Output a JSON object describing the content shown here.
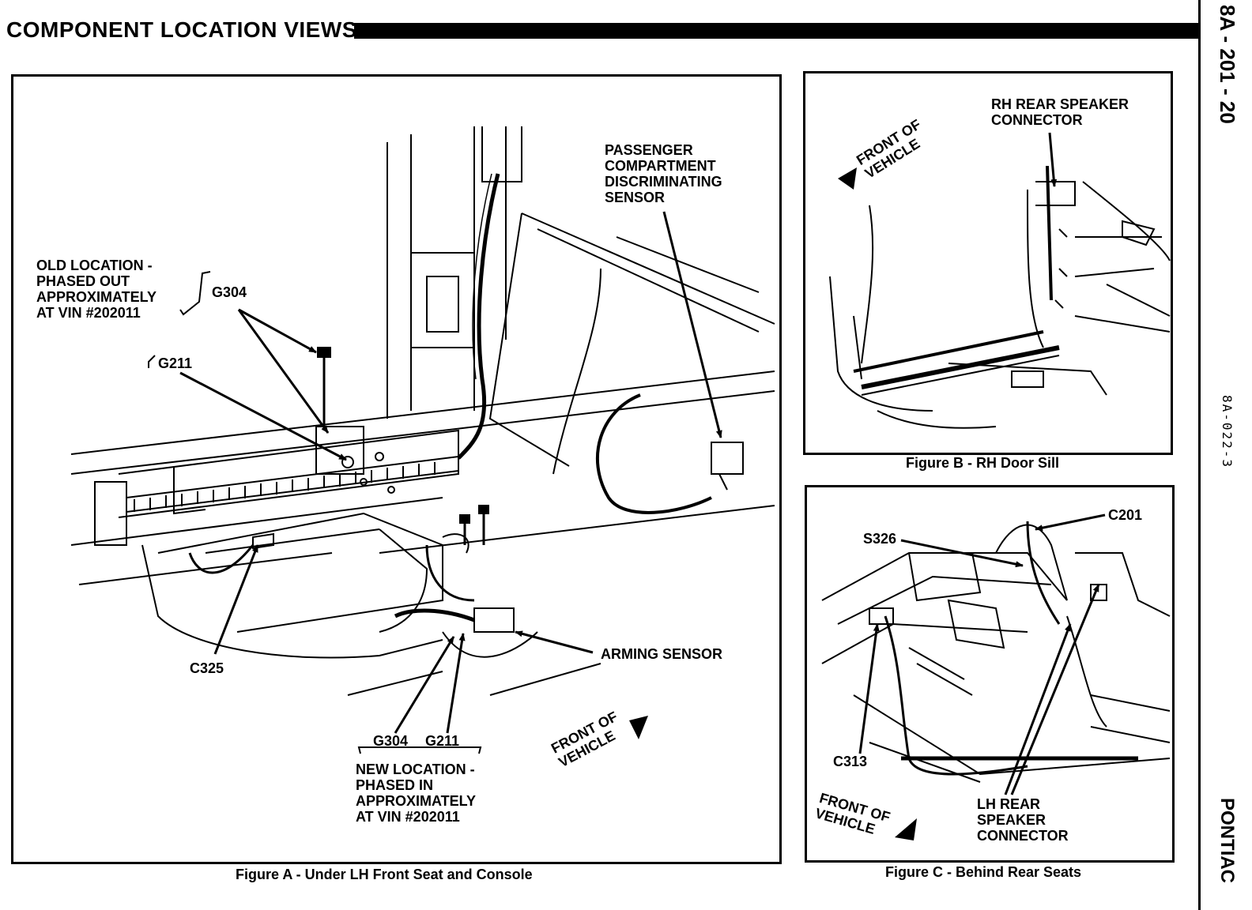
{
  "header": {
    "title": "COMPONENT LOCATION VIEWS",
    "page_id": "8A - 201 - 20",
    "doc_id": "8A-022-3",
    "brand": "PONTIAC"
  },
  "figure_a": {
    "caption": "Figure A - Under LH Front Seat and Console",
    "labels": {
      "old_location": "OLD LOCATION -\nPHASED OUT\nAPPROXIMATELY\nAT VIN #202011",
      "g304_top": "G304",
      "g211_top": "G211",
      "passenger_sensor": "PASSENGER\nCOMPARTMENT\nDISCRIMINATING\nSENSOR",
      "c325": "C325",
      "arming_sensor": "ARMING SENSOR",
      "g304_bottom": "G304",
      "g211_bottom": "G211",
      "new_location": "NEW LOCATION -\nPHASED IN\nAPPROXIMATELY\nAT VIN #202011",
      "front_of_vehicle": "FRONT OF\nVEHICLE"
    }
  },
  "figure_b": {
    "caption": "Figure B - RH Door Sill",
    "labels": {
      "rh_speaker": "RH REAR SPEAKER\nCONNECTOR",
      "front_of_vehicle": "FRONT OF\nVEHICLE"
    }
  },
  "figure_c": {
    "caption": "Figure C - Behind Rear Seats",
    "labels": {
      "c201": "C201",
      "s326": "S326",
      "c313": "C313",
      "lh_speaker": "LH REAR\nSPEAKER\nCONNECTOR",
      "front_of_vehicle": "FRONT OF\nVEHICLE"
    }
  }
}
